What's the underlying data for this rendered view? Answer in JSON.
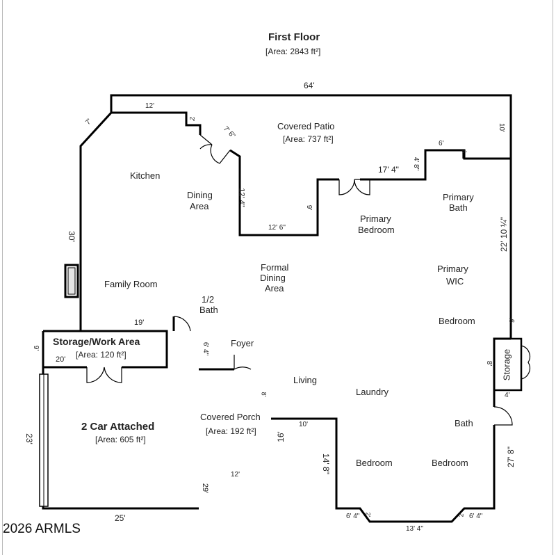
{
  "header": {
    "title": "First Floor",
    "area": "[Area: 2843 ft²]"
  },
  "rooms": {
    "covered_patio": "Covered Patio",
    "covered_patio_area": "[Area: 737 ft²]",
    "kitchen": "Kitchen",
    "dining_area_1": "Dining",
    "dining_area_2": "Area",
    "primary_bath_1": "Primary",
    "primary_bath_2": "Bath",
    "primary_bedroom_1": "Primary",
    "primary_bedroom_2": "Bedroom",
    "family_room": "Family Room",
    "formal_dining_1": "Formal",
    "formal_dining_2": "Dining",
    "formal_dining_3": "Area",
    "primary_wic_1": "Primary",
    "primary_wic_2": "WIC",
    "half_bath_1": "1/2",
    "half_bath_2": "Bath",
    "bedroom_right": "Bedroom",
    "storage_work": "Storage/Work Area",
    "storage_work_area": "[Area: 120 ft²]",
    "foyer": "Foyer",
    "storage": "Storage",
    "living": "Living",
    "laundry": "Laundry",
    "garage": "2 Car Attached",
    "garage_area": "[Area: 605 ft²]",
    "covered_porch": "Covered Porch",
    "covered_porch_area": "[Area: 192 ft²]",
    "bath": "Bath",
    "bedroom_bottom_1": "Bedroom",
    "bedroom_bottom_2": "Bedroom"
  },
  "dimensions": {
    "top_width": "64'",
    "top_left": "12'",
    "diag_left": "7'",
    "small_2a": "2'",
    "door_diag": "7' 6\"",
    "right_top": "10'",
    "patio_step": "6'",
    "small_4": "4'",
    "step_4_8": "4' 8\"",
    "patio_17_4": "17' 4\"",
    "dining_12_4": "12' 4\"",
    "patio_9": "9'",
    "dining_12_6": "12' 6\"",
    "left_30": "30'",
    "right_22": "22' 10 ¼\"",
    "storage_19": "19'",
    "storage_9": "9'",
    "storage_20": "20'",
    "half_bath_6_4": "6' 4\"",
    "right_9": "9'",
    "storage_8": "8'",
    "foyer_8": "8'",
    "right_4": "4'",
    "porch_10": "10'",
    "porch_16": "16'",
    "garage_23": "23'",
    "bed_14_8": "14' 8\"",
    "right_27_8": "27' 8\"",
    "porch_12": "12'",
    "garage_29": "29'",
    "garage_25": "25'",
    "bot_6_4_left": "6' 4\"",
    "bot_2_left": "2'",
    "bot_13_4": "13' 4\"",
    "bot_2_right": "2'",
    "bot_6_4_right": "6' 4\""
  },
  "watermark": "2026 ARMLS"
}
